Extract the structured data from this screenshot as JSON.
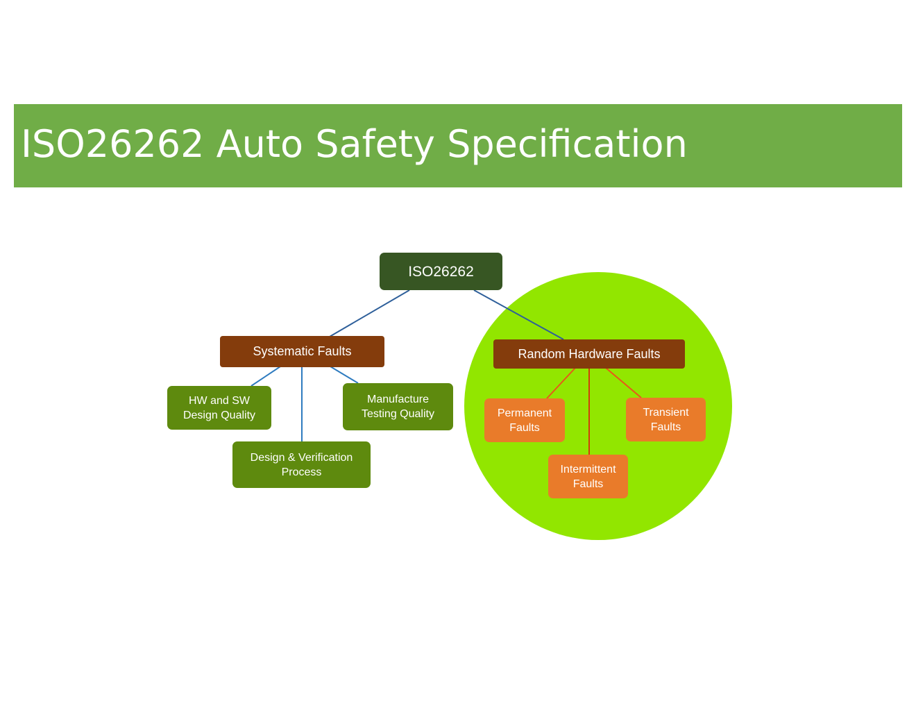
{
  "title": "ISO26262 Auto Safety Specification",
  "colors": {
    "banner": "#70ad47",
    "root": "#375623",
    "category": "#843c0c",
    "systematic_child": "#5e8a0e",
    "random_child": "#e97b2a",
    "circle": "#92e600",
    "blue_line": "#2e5f9a",
    "red_line": "#d23c0c"
  },
  "diagram": {
    "root": "ISO26262",
    "systematic": {
      "label": "Systematic Faults",
      "children": [
        "HW and SW\nDesign Quality",
        "Manufacture\nTesting Quality",
        "Design & Verification\nProcess"
      ]
    },
    "random": {
      "label": "Random Hardware Faults",
      "children": [
        "Permanent\nFaults",
        "Transient\nFaults",
        "Intermittent\nFaults"
      ]
    }
  }
}
